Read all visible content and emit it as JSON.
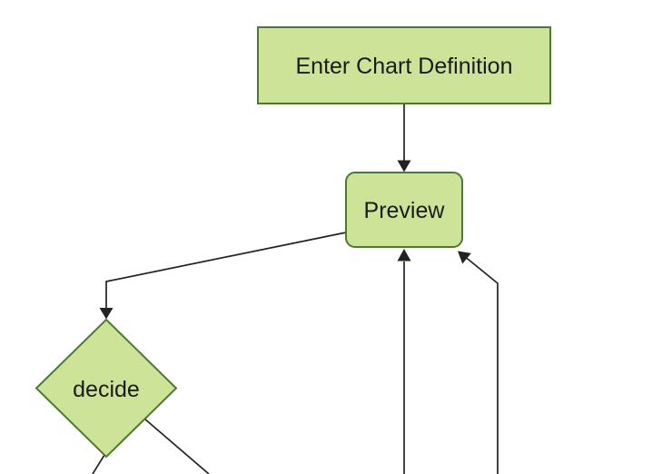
{
  "diagram": {
    "type": "flowchart",
    "background_color": "#ffffff",
    "node_fill_color": "#cde498",
    "node_border_color": "#4c7a34",
    "edge_color": "#222222",
    "text_color": "#1b1b1b",
    "nodes": {
      "enter_chart_definition": {
        "label": "Enter Chart Definition",
        "shape": "rectangle"
      },
      "preview": {
        "label": "Preview",
        "shape": "rounded-rectangle"
      },
      "decide": {
        "label": "decide",
        "shape": "diamond"
      }
    },
    "edges": [
      {
        "from": "enter_chart_definition",
        "to": "preview",
        "arrowhead": "filled-triangle"
      },
      {
        "from": "preview",
        "to": "decide",
        "arrowhead": "filled-triangle"
      },
      {
        "from": "offscreen-bottom-center",
        "to": "preview",
        "arrowhead": "filled-triangle"
      },
      {
        "from": "offscreen-bottom-right",
        "to": "preview",
        "arrowhead": "filled-triangle"
      },
      {
        "from": "decide",
        "to": "offscreen-bottom-left",
        "arrowhead": "offscreen"
      },
      {
        "from": "decide",
        "to": "offscreen-bottom-right",
        "arrowhead": "offscreen"
      }
    ]
  }
}
